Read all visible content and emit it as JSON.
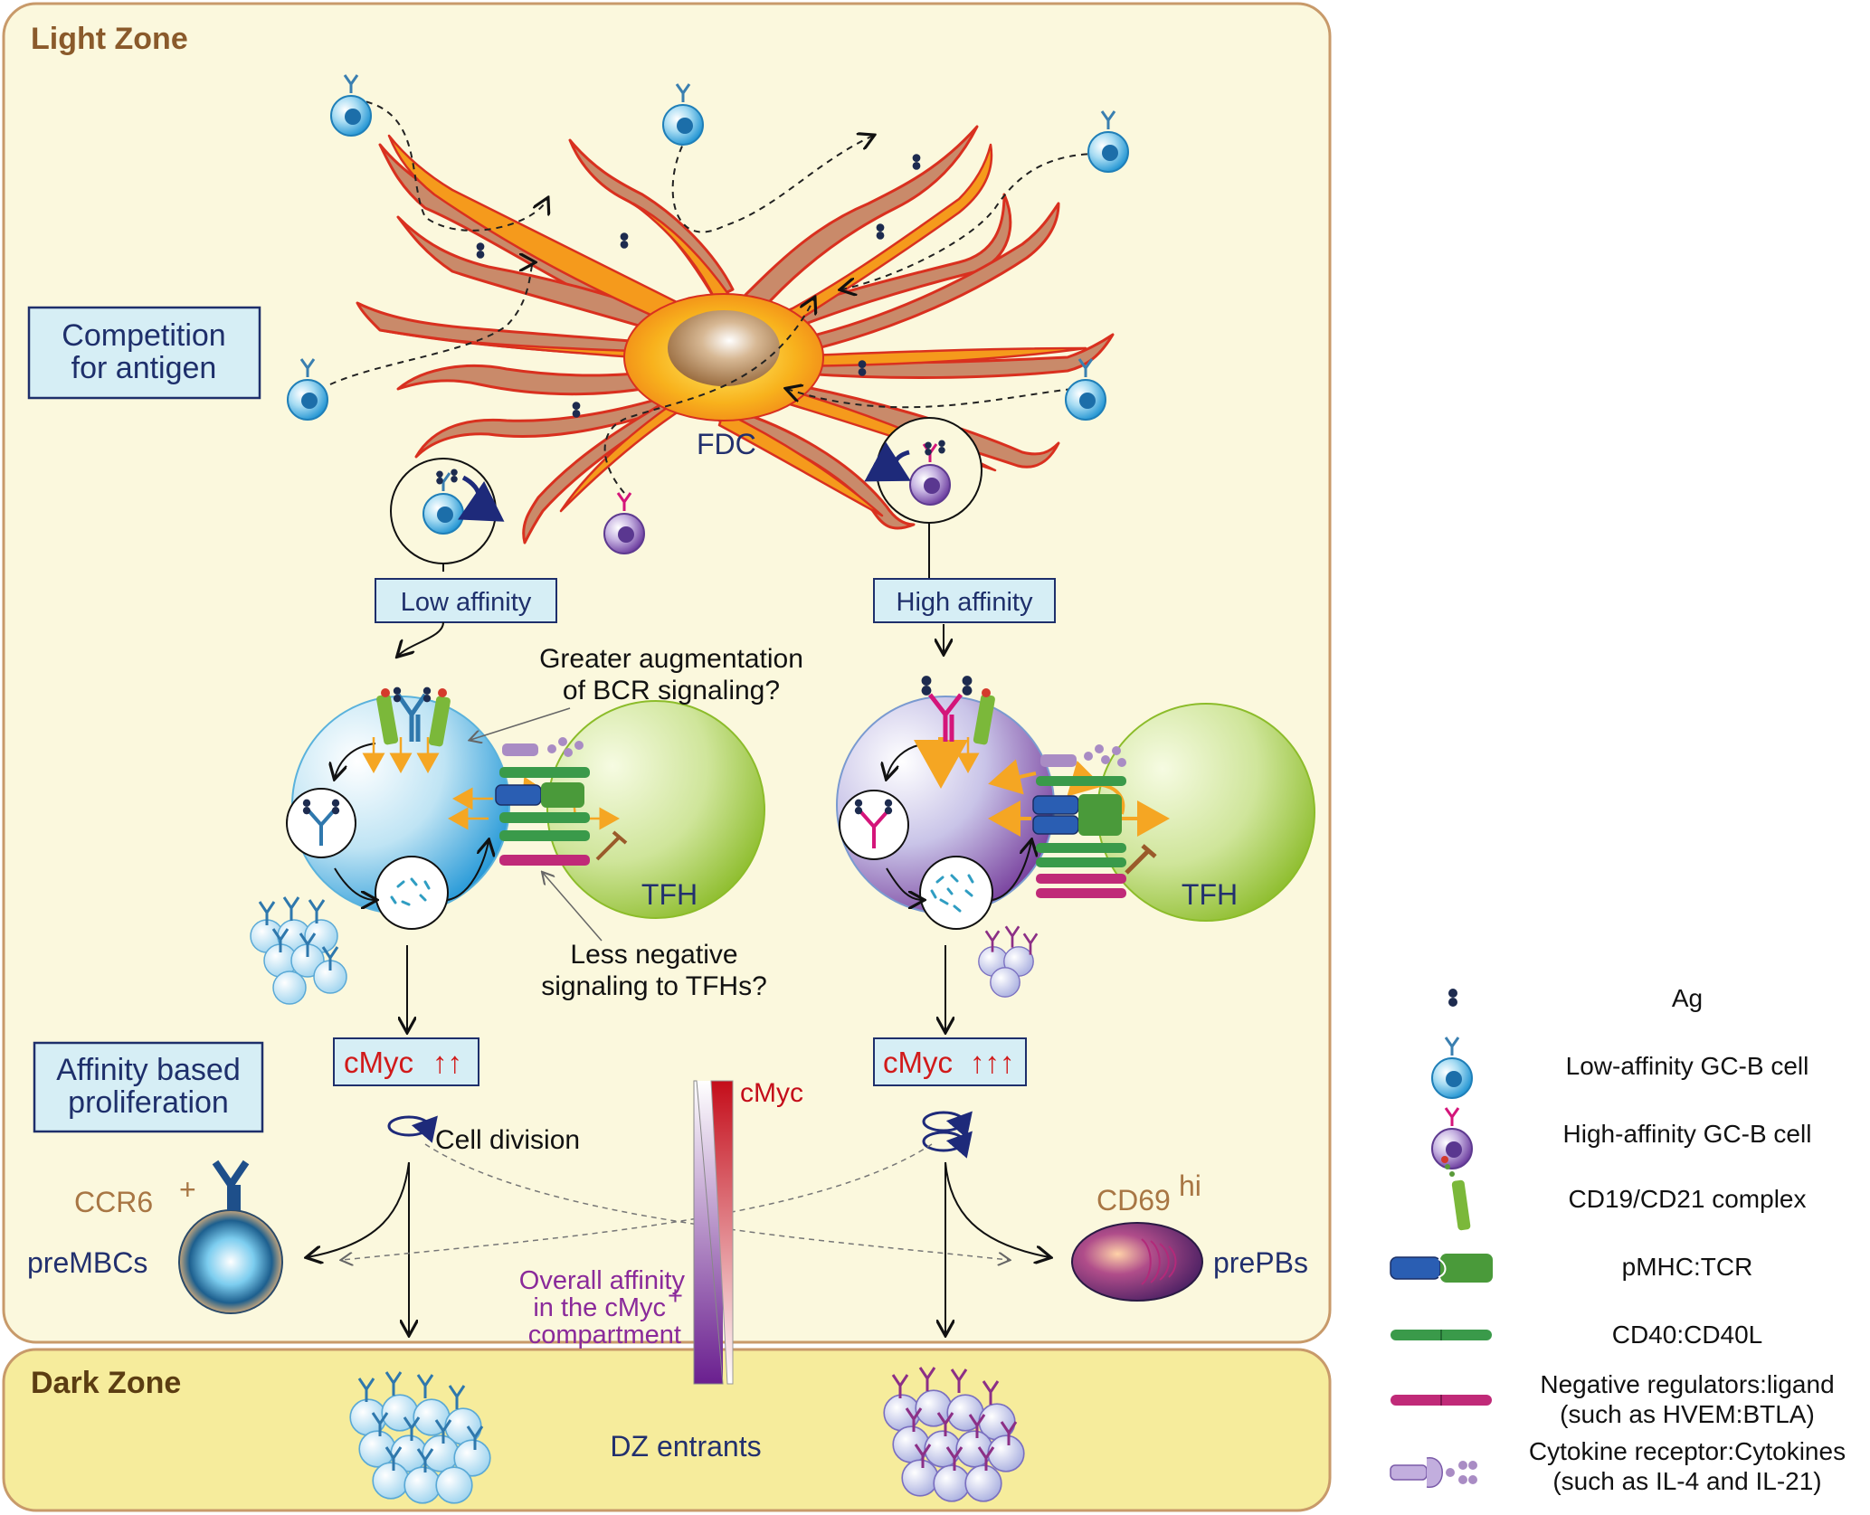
{
  "zones": {
    "light": "Light Zone",
    "dark": "Dark Zone"
  },
  "boxes": {
    "competition": [
      "Competition",
      "for antigen"
    ],
    "affinity_prolif": [
      "Affinity based",
      "proliferation"
    ],
    "low": "Low affinity",
    "high": "High affinity",
    "cmyc_low": "cMyc",
    "cmyc_low_arrows": "↑↑",
    "cmyc_high": "cMyc",
    "cmyc_high_arrows": "↑↑↑"
  },
  "labels": {
    "fdc": "FDC",
    "tfh_left": "TFH",
    "tfh_right": "TFH",
    "greater": [
      "Greater augmentation",
      "of BCR signaling?"
    ],
    "less": [
      "Less negative",
      "signaling to TFHs?"
    ],
    "cell_division": "Cell division",
    "ccr6": "CCR6",
    "ccr6_sup": "+",
    "prembcs": "preMBCs",
    "cd69": "CD69",
    "cd69_sup": "hi",
    "prepbs": "prePBs",
    "cmyc_gradient": "cMyc",
    "overall": [
      "Overall affinity",
      "in the cMyc",
      "compartment"
    ],
    "overall_sup": "+",
    "dz_entrants": "DZ entrants"
  },
  "legend": [
    {
      "icon": "antigen-icon",
      "text": [
        "Ag"
      ]
    },
    {
      "icon": "low-affinity-cell-icon",
      "text": [
        "Low-affinity GC-B cell"
      ]
    },
    {
      "icon": "high-affinity-cell-icon",
      "text": [
        "High-affinity GC-B cell"
      ]
    },
    {
      "icon": "cd19-cd21-icon",
      "text": [
        "CD19/CD21 complex"
      ]
    },
    {
      "icon": "pmhc-tcr-icon",
      "text": [
        "pMHC:TCR"
      ]
    },
    {
      "icon": "cd40-icon",
      "text": [
        "CD40:CD40L"
      ]
    },
    {
      "icon": "negative-regulator-icon",
      "text": [
        "Negative regulators:ligand",
        "(such as HVEM:BTLA)"
      ]
    },
    {
      "icon": "cytokine-receptor-icon",
      "text": [
        "Cytokine receptor:Cytokines",
        "(such as IL-4 and IL-21)"
      ]
    }
  ],
  "colors": {
    "light_zone": "#fbf8dd",
    "dark_zone": "#f6ec9c",
    "zone_border": "#c89a6a",
    "box_fill": "#d6eef5",
    "box_border": "#1e2f6b",
    "fdc_orange": "#f59a1c",
    "fdc_outline": "#d9301f",
    "low_cell": "#4aaee0",
    "high_cell": "#8a5fb5",
    "tfh": "#9cc43a",
    "cmyc_red": "#d11a1a"
  }
}
